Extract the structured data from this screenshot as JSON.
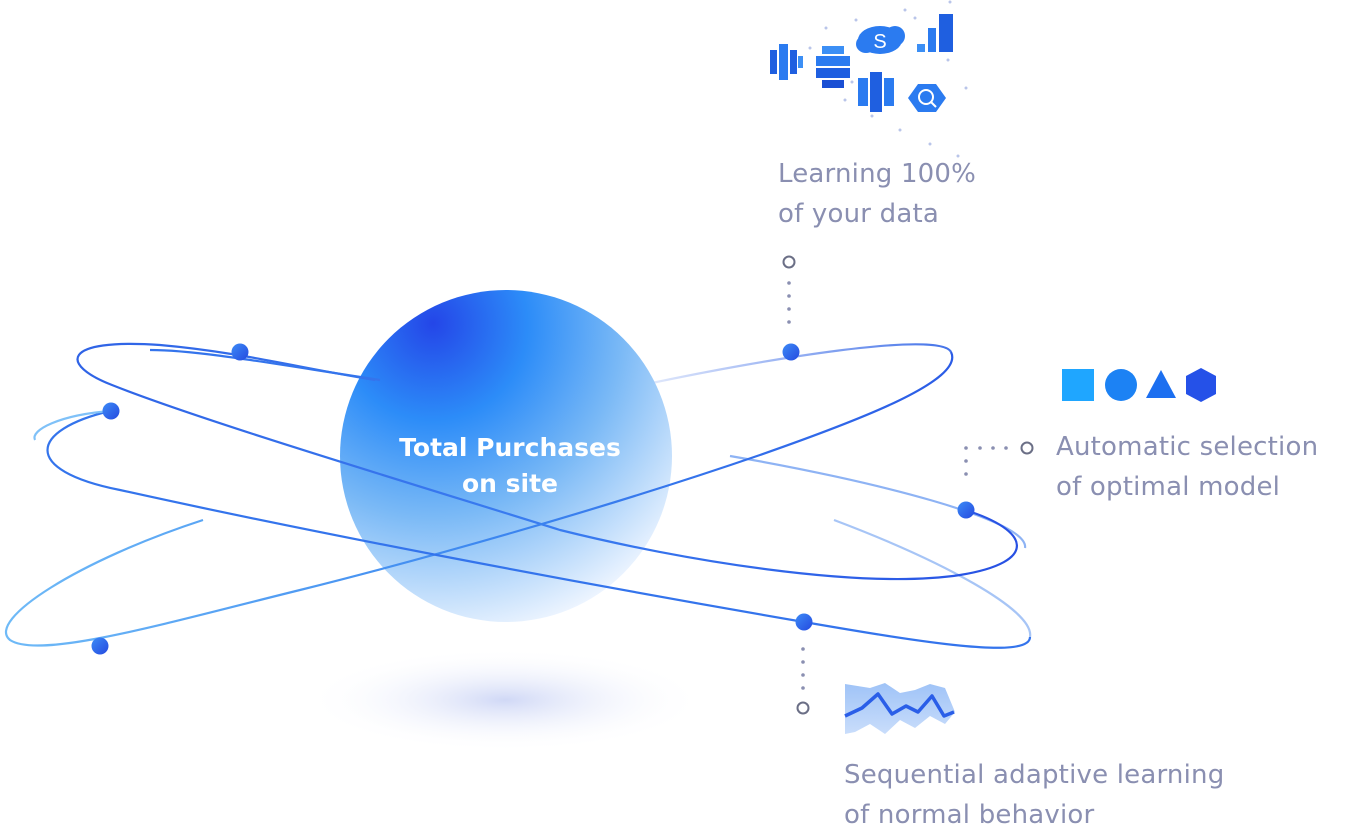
{
  "center": {
    "line1": "Total Purchases",
    "line2": "on site"
  },
  "features": {
    "data_learning": {
      "line1": "Learning 100%",
      "line2": "of your data",
      "icons": [
        "aws-redshift-icon",
        "aws-athena-icon",
        "salesforce-icon",
        "bar-chart-icon",
        "aws-database-icon",
        "bigquery-icon"
      ]
    },
    "model_selection": {
      "line1": "Automatic selection",
      "line2": "of optimal model",
      "icons": [
        "square-icon",
        "circle-icon",
        "triangle-icon",
        "hexagon-icon"
      ]
    },
    "sequential_learning": {
      "line1": "Sequential adaptive learning",
      "line2": "of normal behavior",
      "icons": [
        "anomaly-band-chart-icon"
      ]
    }
  },
  "colors": {
    "orbit_primary": "#2f63e6",
    "orbit_light": "#5fb0f5",
    "sphere_dark": "#2a55ea",
    "sphere_light": "#dbeafd",
    "shape_light_blue": "#1fa6ff",
    "shape_blue": "#1c82f4",
    "shape_dark_blue": "#2563eb",
    "text_muted": "#8a8fb1",
    "connector": "#8a8fb1"
  }
}
